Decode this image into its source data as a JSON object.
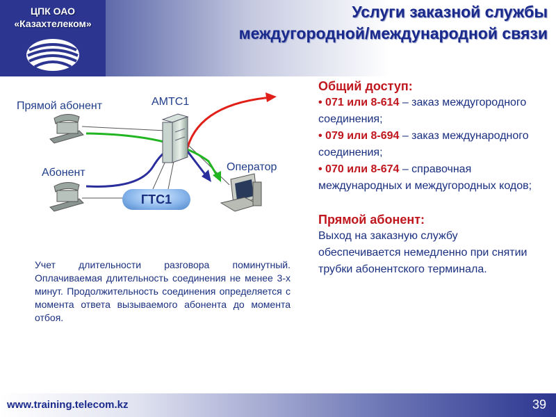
{
  "header": {
    "org_line1": "ЦПК ОАО",
    "org_line2": "«Казахтелеком»",
    "title_line1": "Услуги заказной службы",
    "title_line2": "междугородной/международной связи"
  },
  "diagram": {
    "direct_subscriber": "Прямой абонент",
    "subscriber": "Абонент",
    "amts": "АМТС1",
    "operator": "Оператор",
    "gts": "ГТС1"
  },
  "note": "Учет длительности разговора поминутный. Оплачиваемая длительность соединения не менее 3-х минут. Продолжительность соединения определяется с момента ответа вызываемого абонента до момента отбоя.",
  "general_access": {
    "heading": "Общий доступ:",
    "items": [
      {
        "code": "• 071 или 8-614",
        "text": " – заказ междугородного соединения;"
      },
      {
        "code": "• 079 или 8-694",
        "text": " – заказ международного соединения;"
      },
      {
        "code": "• 070 или 8-674",
        "text": " – справочная международных и междугородных кодов;"
      }
    ]
  },
  "direct_access": {
    "heading": "Прямой абонент:",
    "text": "Выход на заказную службу обеспечивается немедленно при снятии трубки абонентского терминала."
  },
  "footer": {
    "url": "www.training.telecom.kz",
    "page": "39"
  },
  "colors": {
    "accent_red": "#c0161e",
    "text_blue": "#1a2f80",
    "brand_blue": "#2c3690",
    "line_green": "#22b522",
    "line_navy": "#2a2e9c"
  }
}
